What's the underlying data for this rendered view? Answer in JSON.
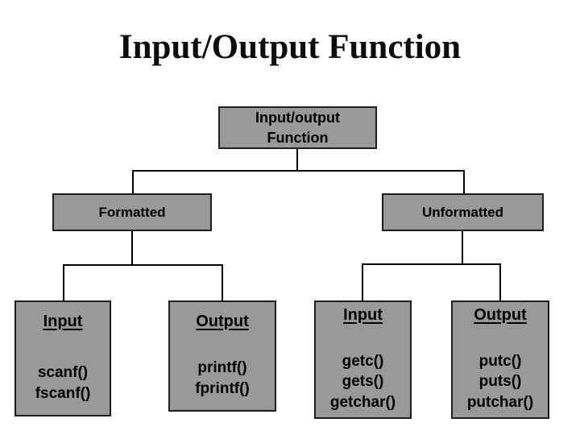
{
  "title": "Input/Output Function",
  "colors": {
    "background": "#ffffff",
    "box_fill": "#999999",
    "box_border": "#1f1f1f",
    "connector": "#000000",
    "text": "#000000"
  },
  "tree": {
    "root": {
      "label": "Input/output\nFunction"
    },
    "level1": [
      {
        "label": "Formatted"
      },
      {
        "label": "Unformatted"
      }
    ],
    "leaves": [
      {
        "heading": "Input",
        "functions": [
          "scanf()",
          "fscanf()"
        ]
      },
      {
        "heading": "Output",
        "functions": [
          "printf()",
          "fprintf()"
        ]
      },
      {
        "heading": "Input",
        "functions": [
          "getc()",
          "gets()",
          "getchar()"
        ]
      },
      {
        "heading": "Output",
        "functions": [
          "putc()",
          "puts()",
          "putchar()"
        ]
      }
    ]
  }
}
